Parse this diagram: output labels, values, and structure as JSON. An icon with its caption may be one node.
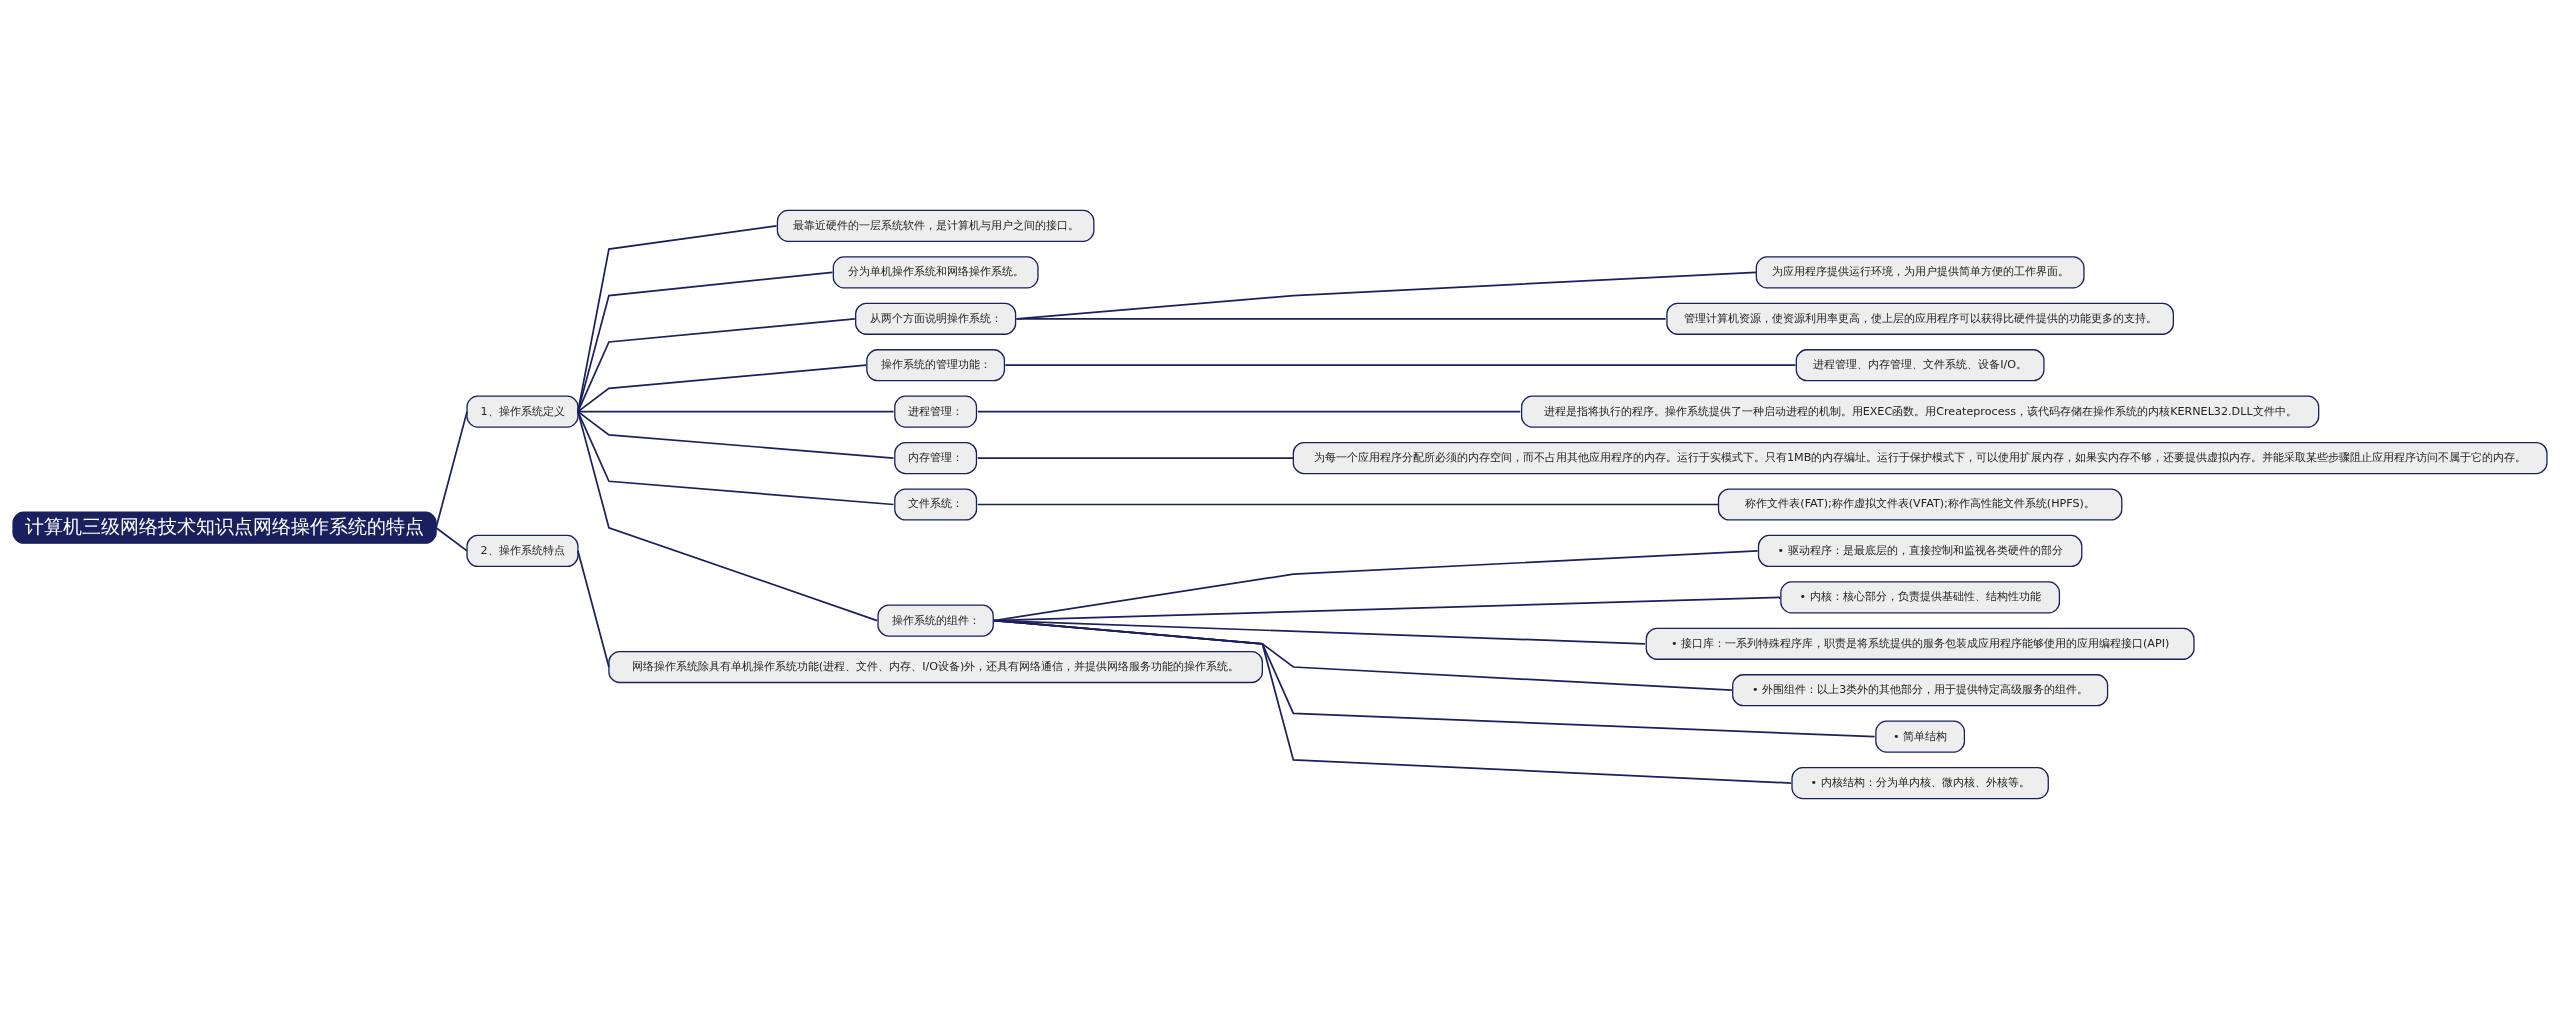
{
  "diagram": {
    "nodes": [
      {
        "text": [
          "计算机三级网络技术知识点网络操作系统的特点"
        ]
      },
      {
        "text": [
          "1、操作系统定义"
        ]
      },
      {
        "text": [
          "最靠近硬件的一层系统软件，是计算机与用户之间的接口。"
        ]
      },
      {
        "text": [
          "分为单机操作系统和网络操作系统。"
        ]
      },
      {
        "text": [
          "从两个方面说明操作系统："
        ]
      },
      {
        "text": [
          "为应用程序提供运行环境，为用户提供简单方便的工作界面。"
        ]
      },
      {
        "text": [
          "管理计算机资源，使资源利用率更高，使上层的应用程序可以获得比硬件提供的功能更多的支持。"
        ]
      },
      {
        "text": [
          "操作系统的管理功能："
        ]
      },
      {
        "text": [
          "进程管理、内存管理、文件系统、设备I/O。"
        ]
      },
      {
        "text": [
          "进程管理："
        ]
      },
      {
        "text": [
          "进程是指将执行的程序。操作系统提供了一种启动进程的机制。用EXEC函数。用Createprocess，该代码存储在操作系统的内核KERNEL32.DLL文件中。"
        ]
      },
      {
        "text": [
          "内存管理："
        ]
      },
      {
        "text": [
          "为每一个应用程序分配所必须的内存空间，而不占用其他应用程序的内存。运行于实模式下。只有1MB的内存编址。运行于保护模式下，可以使用扩展内存，如果实内存不够，还要提供虚拟内存。并能采取某些步骤阻止应用程序访问不属于它的内存。"
        ]
      },
      {
        "text": [
          "文件系统："
        ]
      },
      {
        "text": [
          "称作文件表(FAT);称作虚拟文件表(VFAT);称作高性能文件系统(HPFS)。"
        ]
      },
      {
        "text": [
          "操作系统的组件："
        ]
      },
      {
        "text": [
          "• 驱动程序：是最底层的，直接控制和监视各类硬件的部分"
        ]
      },
      {
        "text": [
          "• 内核：核心部分，负责提供基础性、结构性功能"
        ]
      },
      {
        "text": [
          "• 接口库：一系列特殊程序库，职责是将系统提供的服务包装成应用程序能够使用的应用编程接口(API)"
        ]
      },
      {
        "text": [
          "• 外围组件：以上3类外的其他部分，用于提供特定高级服务的组件。"
        ]
      },
      {
        "text": [
          "• 简单结构"
        ]
      },
      {
        "text": [
          "• 内核结构：分为单内核、微内核、外核等。"
        ]
      },
      {
        "text": [
          "2、操作系统特点"
        ]
      },
      {
        "text": [
          "网络操作系统除具有单机操作系统功能(进程、文件、内存、I/O设备)外，还具有网络通信，并提供网络服务功能的操作系统。"
        ]
      }
    ],
    "edges": [
      {
        "from": 0,
        "to": 1,
        "arrow": "none"
      },
      {
        "from": 1,
        "to": 2,
        "arrow": "none"
      },
      {
        "from": 1,
        "to": 3,
        "arrow": "none"
      },
      {
        "from": 1,
        "to": 4,
        "arrow": "none"
      },
      {
        "from": 4,
        "to": 5,
        "arrow": "none"
      },
      {
        "from": 4,
        "to": 6,
        "arrow": "none"
      },
      {
        "from": 1,
        "to": 7,
        "arrow": "none"
      },
      {
        "from": 7,
        "to": 8,
        "arrow": "none"
      },
      {
        "from": 1,
        "to": 9,
        "arrow": "none"
      },
      {
        "from": 9,
        "to": 10,
        "arrow": "none"
      },
      {
        "from": 1,
        "to": 11,
        "arrow": "none"
      },
      {
        "from": 11,
        "to": 12,
        "arrow": "none"
      },
      {
        "from": 1,
        "to": 13,
        "arrow": "none"
      },
      {
        "from": 13,
        "to": 14,
        "arrow": "none"
      },
      {
        "from": 1,
        "to": 15,
        "arrow": "none"
      },
      {
        "from": 15,
        "to": 16,
        "arrow": "none"
      },
      {
        "from": 15,
        "to": 17,
        "arrow": "none"
      },
      {
        "from": 15,
        "to": 18,
        "arrow": "none"
      },
      {
        "from": 15,
        "to": 19,
        "arrow": "none"
      },
      {
        "from": 15,
        "to": 20,
        "arrow": "none"
      },
      {
        "from": 15,
        "to": 21,
        "arrow": "none"
      },
      {
        "from": 0,
        "to": 22,
        "arrow": "none"
      },
      {
        "from": 22,
        "to": 23,
        "arrow": "none"
      }
    ]
  }
}
